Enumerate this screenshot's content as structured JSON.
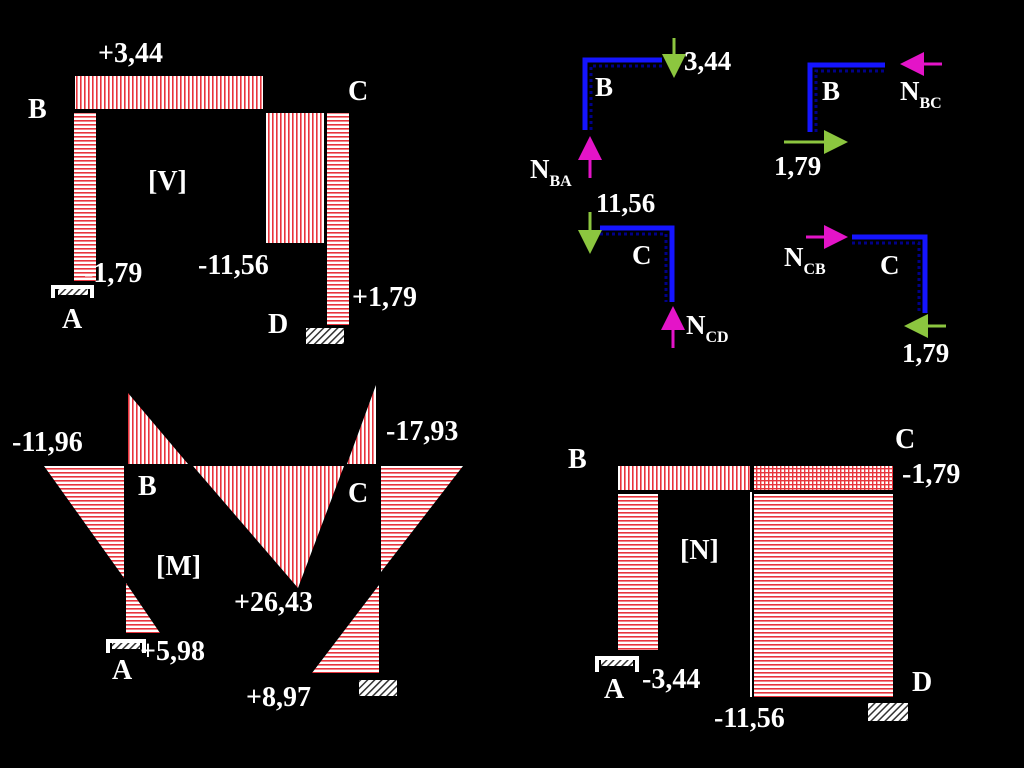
{
  "colors": {
    "background": "#000000",
    "hatch": "#e8343c",
    "hatch_fill": "#ffffff",
    "member": "#1515ff",
    "member_dots": "#000088",
    "force_green": "#8cc63f",
    "force_magenta": "#e414c8",
    "text": "#ffffff"
  },
  "shear": {
    "tag": "[V]",
    "B": "B",
    "C": "C",
    "A": "A",
    "D": "D",
    "v_bc": "+3,44",
    "v_ab": "-1,79",
    "v_cd_left": "-11,56",
    "v_cd_right": "+1,79"
  },
  "free_bodies": {
    "node_b1": {
      "name": "B",
      "force_top": "3,44",
      "n_main": "N",
      "n_sub": "BA"
    },
    "node_b2": {
      "name": "B",
      "n_main": "N",
      "n_sub": "BC",
      "force_bottom": "1,79"
    },
    "node_c1": {
      "name": "C",
      "force_top": "11,56",
      "n_main": "N",
      "n_sub": "CD"
    },
    "node_c2": {
      "name": "C",
      "n_main": "N",
      "n_sub": "CB",
      "force_bottom": "1,79"
    }
  },
  "moment": {
    "tag": "[M]",
    "B": "B",
    "C": "C",
    "A": "A",
    "m_b": "-11,96",
    "m_c": "-17,93",
    "m_mid": "+26,43",
    "m_a": "+5,98",
    "m_d": "+8,97"
  },
  "normal": {
    "tag": "[N]",
    "B": "B",
    "C": "C",
    "A": "A",
    "D": "D",
    "n_bc": "-1,79",
    "n_ab": "-3,44",
    "n_cd": "-11,56"
  }
}
